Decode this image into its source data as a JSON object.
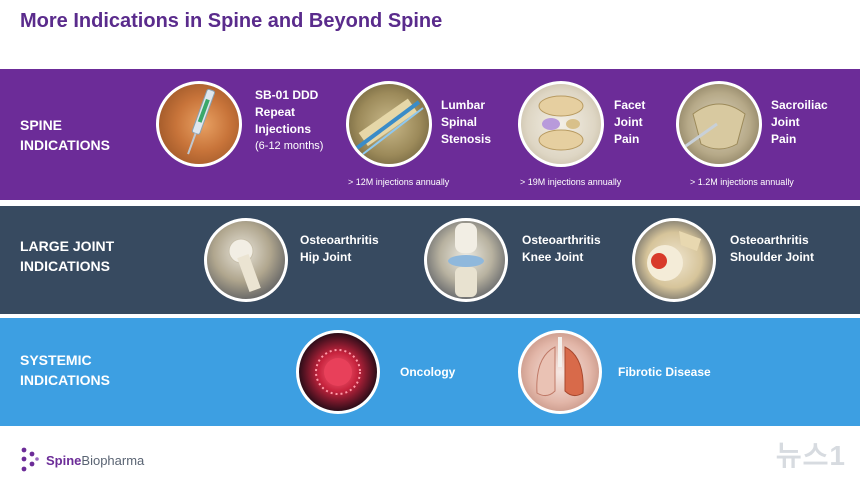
{
  "title": "More Indications in Spine and Beyond Spine",
  "spine": {
    "label_line1": "SPINE",
    "label_line2": "INDICATIONS",
    "items": [
      {
        "lines": [
          "SB-01 DDD",
          "Repeat",
          "Injections"
        ],
        "sub": "(6-12 months)",
        "note": ""
      },
      {
        "lines": [
          "Lumbar",
          "Spinal",
          "Stenosis"
        ],
        "sub": "",
        "note": "> 12M injections annually"
      },
      {
        "lines": [
          "Facet",
          "Joint",
          "Pain"
        ],
        "sub": "",
        "note": "> 19M injections annually"
      },
      {
        "lines": [
          "Sacroiliac",
          "Joint",
          "Pain"
        ],
        "sub": "",
        "note": "> 1.2M injections annually"
      }
    ]
  },
  "joint": {
    "label_line1": "LARGE JOINT",
    "label_line2": "INDICATIONS",
    "items": [
      {
        "lines": [
          "Osteoarthritis",
          "Hip Joint"
        ]
      },
      {
        "lines": [
          "Osteoarthritis",
          "Knee Joint"
        ]
      },
      {
        "lines": [
          "Osteoarthritis",
          "Shoulder Joint"
        ]
      }
    ]
  },
  "systemic": {
    "label_line1": "SYSTEMIC",
    "label_line2": "INDICATIONS",
    "items": [
      {
        "lines": [
          "Oncology"
        ]
      },
      {
        "lines": [
          "Fibrotic Disease"
        ]
      }
    ]
  },
  "logo": {
    "part1": "Spine",
    "part2": "Biopharma"
  },
  "watermark": "뉴스1",
  "colors": {
    "spine_band": "#6c2c98",
    "joint_band": "#374a60",
    "systemic_band": "#3d9fe2",
    "title": "#5a2b8c"
  },
  "icons": [
    "syringe-injection-image",
    "lumbar-stenosis-image",
    "facet-joint-image",
    "sacroiliac-joint-image",
    "hip-joint-image",
    "knee-joint-image",
    "shoulder-joint-image",
    "cancer-cell-image",
    "lung-fibrosis-image"
  ]
}
